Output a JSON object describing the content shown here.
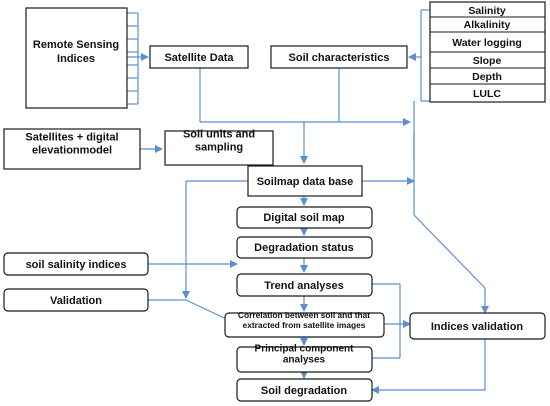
{
  "diagram": {
    "colors": {
      "line": "#5b8fd1",
      "border": "#1a1a1a",
      "text": "#111111"
    },
    "nodes": {
      "remote_sensing": "Remote Sensing|Indices",
      "satellite_data": "Satellite Data",
      "soil_characteristics": "Soil characteristics",
      "salinity": "Salinity",
      "alkalinity": "Alkalinity",
      "water_logging": "Water logging",
      "slope": "Slope",
      "depth": "Depth",
      "lulc": "LULC",
      "satellites_dem": "Satellites + digital|elevationmodel",
      "soil_units": "Soil units and|sampling",
      "soilmap_db": "Soilmap data base",
      "digital_soil_map": "Digital soil map",
      "degradation_status": "Degradation status",
      "soil_salinity_indices": "soil salinity indices",
      "trend_analyses": "Trend analyses",
      "validation": "Validation",
      "correlation": "Correlation between soil and that|extracted from satellite images",
      "indices_validation": "Indices validation",
      "pca": "Principal component|analyses",
      "soil_degradation": "Soil degradation"
    }
  }
}
